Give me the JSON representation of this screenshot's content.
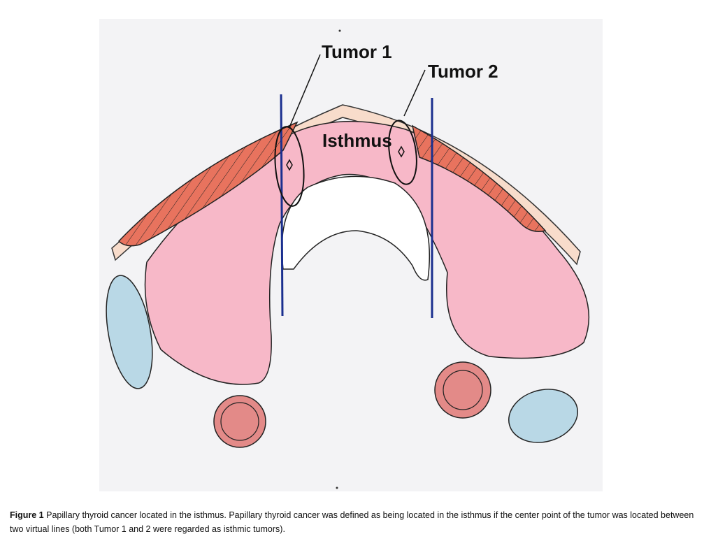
{
  "figure": {
    "labels": {
      "tumor1": "Tumor 1",
      "tumor2": "Tumor 2",
      "isthmus": "Isthmus"
    },
    "colors": {
      "background": "#f3f3f5",
      "thyroid": "#f7b8c8",
      "muscle": "#e8735e",
      "skin": "#f8dccb",
      "vessel_blue": "#b9d8e6",
      "artery": "#e38a88",
      "virtual_line": "#1a2f8f"
    }
  },
  "caption": {
    "label": "Figure 1",
    "text": "Papillary thyroid cancer located in the isthmus. Papillary thyroid cancer was defined as being located in the isthmus if the center point of the tumor was located between two virtual lines (both Tumor 1 and 2 were regarded as isthmic tumors)."
  }
}
